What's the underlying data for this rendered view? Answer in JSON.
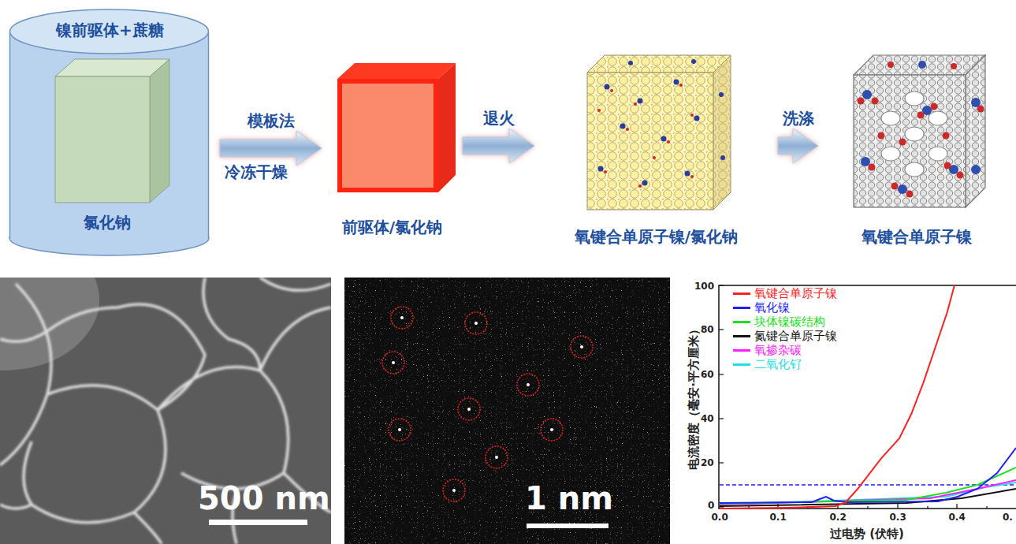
{
  "diagram": {
    "nodes": [
      {
        "text": [
          "镍前驱体+蔗糖"
        ]
      },
      {
        "text": [
          "氯化钠"
        ],
        "in": 0
      },
      {
        "text": [
          "前驱体/氯化钠"
        ]
      },
      {
        "text": [
          "氧键合单原子镍/氯化钠"
        ]
      },
      {
        "text": [
          "氧键合单原子镍"
        ]
      }
    ],
    "edges": [
      {
        "from": 0,
        "to": 2,
        "label": "模板法",
        "arrow": "to"
      },
      {
        "from": 2,
        "to": 3,
        "label": "退火",
        "arrow": "to"
      },
      {
        "from": 3,
        "to": 4,
        "label": "洗涤",
        "arrow": "to"
      }
    ],
    "labels": [
      "冷冻干燥",
      "500 nm",
      "1 nm",
      "100",
      "80",
      "60",
      "40",
      "20",
      "0",
      "0.0",
      "0.1",
      "0.2",
      "0.3",
      "0.4",
      "0.",
      "电流密度（毫安·平方厘米）",
      "过电势 (伏特)"
    ],
    "legend": [
      {
        "text": "氧键合单原子镍",
        "color": "#ff2020"
      },
      {
        "text": "氧化镍",
        "color": "#2020ff"
      },
      {
        "text": "块体镍碳结构",
        "color": "#20e020"
      },
      {
        "text": "氮键合单原子镍",
        "color": "#111111"
      },
      {
        "text": "氧掺杂碳",
        "color": "#ff20ff"
      },
      {
        "text": "二氧化钌",
        "color": "#20e0e0"
      }
    ]
  }
}
